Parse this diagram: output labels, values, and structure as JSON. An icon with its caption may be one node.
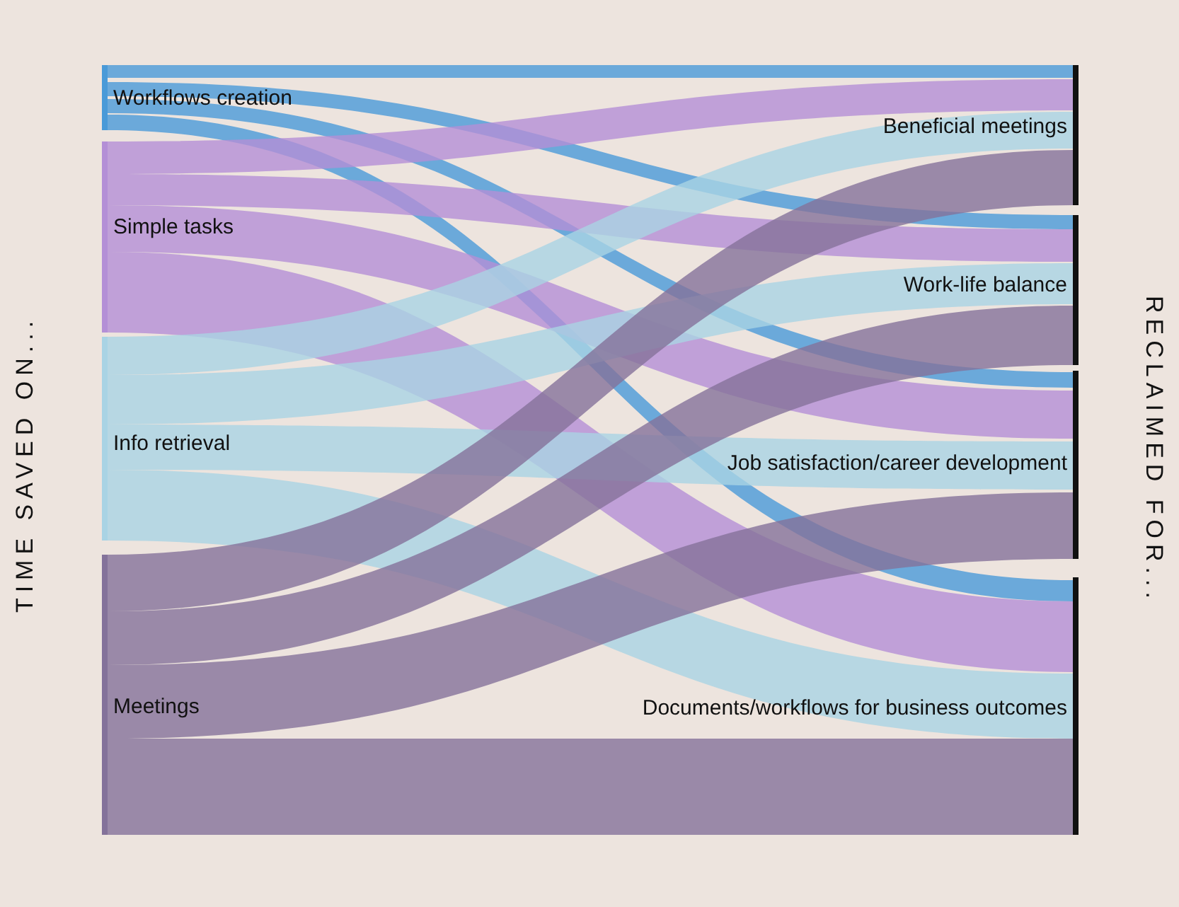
{
  "diagram": {
    "nodes": [
      {
        "text": [
          "Workflows creation"
        ]
      },
      {
        "text": [
          "Simple tasks"
        ]
      },
      {
        "text": [
          "Info retrieval"
        ]
      },
      {
        "text": [
          "Meetings"
        ]
      },
      {
        "text": [
          "Beneficial meetings"
        ]
      },
      {
        "text": [
          "Work-life balance"
        ]
      },
      {
        "text": [
          "Job satisfaction/career development"
        ]
      },
      {
        "text": [
          "Documents/workflows for business outcomes"
        ]
      }
    ],
    "edges": [
      {
        "from": 0,
        "to": 4,
        "arrow": "none",
        "color": "#4a9ad8"
      },
      {
        "from": 0,
        "to": 5,
        "arrow": "none",
        "color": "#4a9ad8"
      },
      {
        "from": 0,
        "to": 6,
        "arrow": "none",
        "color": "#4a9ad8"
      },
      {
        "from": 0,
        "to": 7,
        "arrow": "none",
        "color": "#4a9ad8"
      },
      {
        "from": 1,
        "to": 4,
        "arrow": "none",
        "color": "#b48fd6"
      },
      {
        "from": 1,
        "to": 5,
        "arrow": "none",
        "color": "#b48fd6"
      },
      {
        "from": 1,
        "to": 6,
        "arrow": "none",
        "color": "#b48fd6"
      },
      {
        "from": 1,
        "to": 7,
        "arrow": "none",
        "color": "#b48fd6"
      },
      {
        "from": 2,
        "to": 4,
        "arrow": "none",
        "color": "#a9d3e4"
      },
      {
        "from": 2,
        "to": 5,
        "arrow": "none",
        "color": "#a9d3e4"
      },
      {
        "from": 2,
        "to": 6,
        "arrow": "none",
        "color": "#a9d3e4"
      },
      {
        "from": 2,
        "to": 7,
        "arrow": "none",
        "color": "#a9d3e4"
      },
      {
        "from": 3,
        "to": 4,
        "arrow": "none",
        "color": "#84729a"
      },
      {
        "from": 3,
        "to": 5,
        "arrow": "none",
        "color": "#84729a"
      },
      {
        "from": 3,
        "to": 6,
        "arrow": "none",
        "color": "#84729a"
      },
      {
        "from": 3,
        "to": 7,
        "arrow": "none",
        "color": "#84729a"
      }
    ],
    "labels": [
      "TIME SAVED ON...",
      "RECLAIMED FOR..."
    ]
  }
}
